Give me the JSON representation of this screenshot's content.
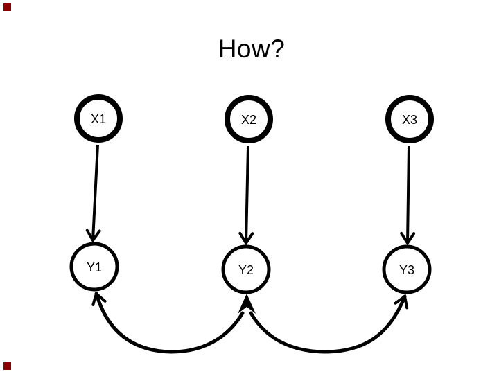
{
  "slide": {
    "title": "How?",
    "background_color": "#ffffff",
    "ink_color": "#000000",
    "corner_marker_color": "#8B0000"
  },
  "diagram": {
    "description": "Two-row graphical model: bold-ringed X nodes each point down to thin-ringed Y nodes; curved arrows link adjacent Y nodes along the bottom.",
    "nodes": {
      "x1": {
        "label": "X1",
        "row": "top",
        "ring": "thick"
      },
      "x2": {
        "label": "X2",
        "row": "top",
        "ring": "thick"
      },
      "x3": {
        "label": "X3",
        "row": "top",
        "ring": "thick"
      },
      "y1": {
        "label": "Y1",
        "row": "bottom",
        "ring": "thin"
      },
      "y2": {
        "label": "Y2",
        "row": "bottom",
        "ring": "thin"
      },
      "y3": {
        "label": "Y3",
        "row": "bottom",
        "ring": "thin"
      }
    },
    "edges": [
      {
        "from": "X1",
        "to": "Y1",
        "type": "straight-arrow",
        "arrowhead_at": [
          "Y1"
        ]
      },
      {
        "from": "X2",
        "to": "Y2",
        "type": "straight-arrow",
        "arrowhead_at": [
          "Y2"
        ]
      },
      {
        "from": "X3",
        "to": "Y3",
        "type": "straight-arrow",
        "arrowhead_at": [
          "Y3"
        ]
      },
      {
        "from": "Y1",
        "to": "Y2",
        "type": "curved-arrow",
        "arrowhead_at": [
          "Y1",
          "Y2"
        ]
      },
      {
        "from": "Y2",
        "to": "Y3",
        "type": "curved-arrow",
        "arrowhead_at": [
          "Y3"
        ]
      }
    ]
  }
}
